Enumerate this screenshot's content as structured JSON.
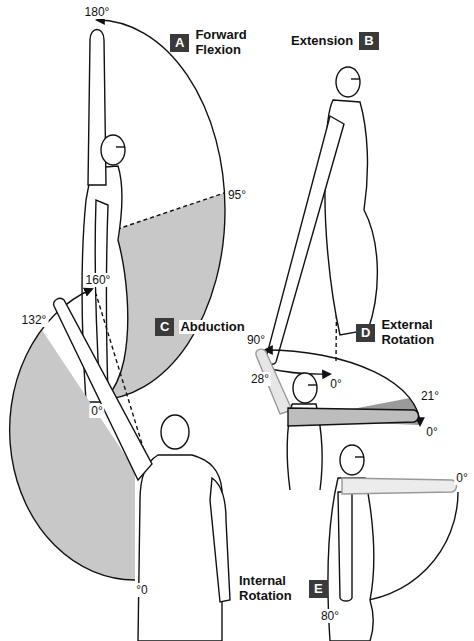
{
  "diagram": {
    "nodes": [
      {
        "text": [
          "A",
          "Forward Flexion"
        ]
      },
      {
        "text": [
          "Extension",
          "B"
        ]
      },
      {
        "text": [
          "C",
          "Abduction"
        ]
      },
      {
        "text": [
          "D",
          "External Rotation"
        ]
      },
      {
        "text": [
          "Internal Rotation",
          "E"
        ]
      }
    ],
    "labels": [
      "180°",
      "95°",
      "0°",
      "28°",
      "0°",
      "160°",
      "132°",
      "°0",
      "90°",
      "21°",
      "0°",
      "0°",
      "80°"
    ]
  }
}
